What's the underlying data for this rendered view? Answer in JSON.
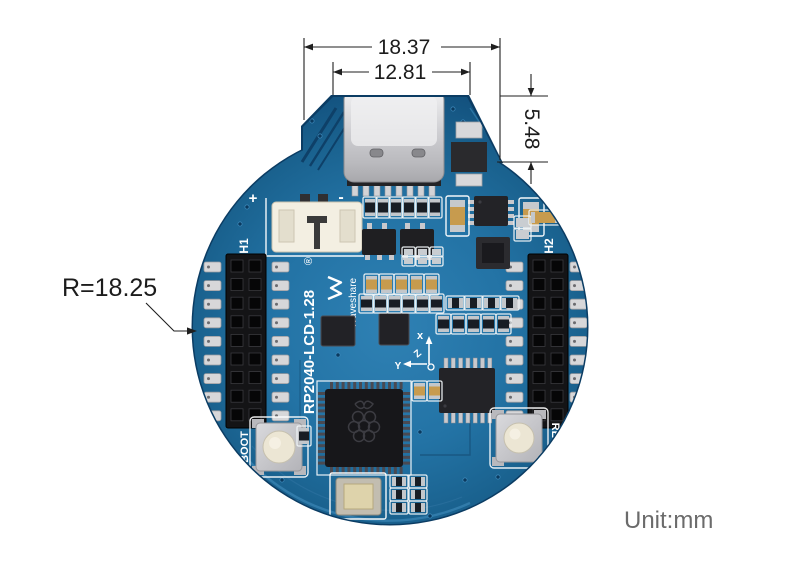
{
  "annotations": {
    "width_outer": "18.37",
    "width_inner": "12.81",
    "tab_height": "5.48",
    "radius": "R=18.25",
    "unit": "Unit:mm"
  },
  "board": {
    "model": "RP2040-LCD-1.28",
    "registered": "®",
    "brand": "Waveshare",
    "header_left": "H1",
    "header_right": "H2",
    "button_left": "BOOT",
    "button_right": "RESET",
    "battery_plus": "+",
    "battery_minus": "-",
    "axis": {
      "x": "x",
      "y": "Y",
      "z": "Z"
    }
  },
  "colors": {
    "pcb_blue": "#2373a5",
    "pcb_edge": "#0b3c63",
    "dimension_text": "#1c1c1c",
    "unit_text": "#6b6b6b",
    "silkscreen": "#ffffff"
  }
}
